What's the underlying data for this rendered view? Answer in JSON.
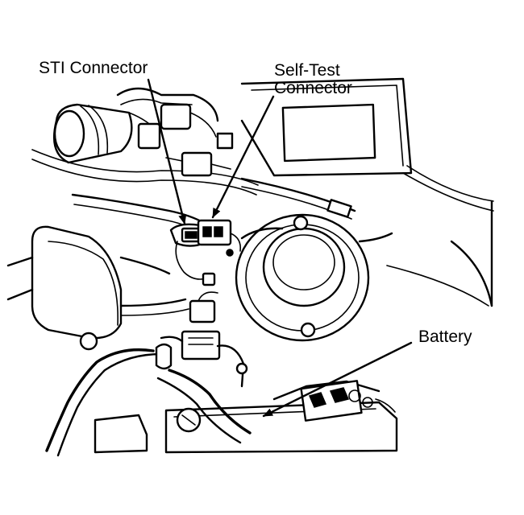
{
  "labels": {
    "sti_connector": "STI Connector",
    "self_test_line1": "Self-Test",
    "self_test_line2": "Connector",
    "battery": "Battery"
  }
}
